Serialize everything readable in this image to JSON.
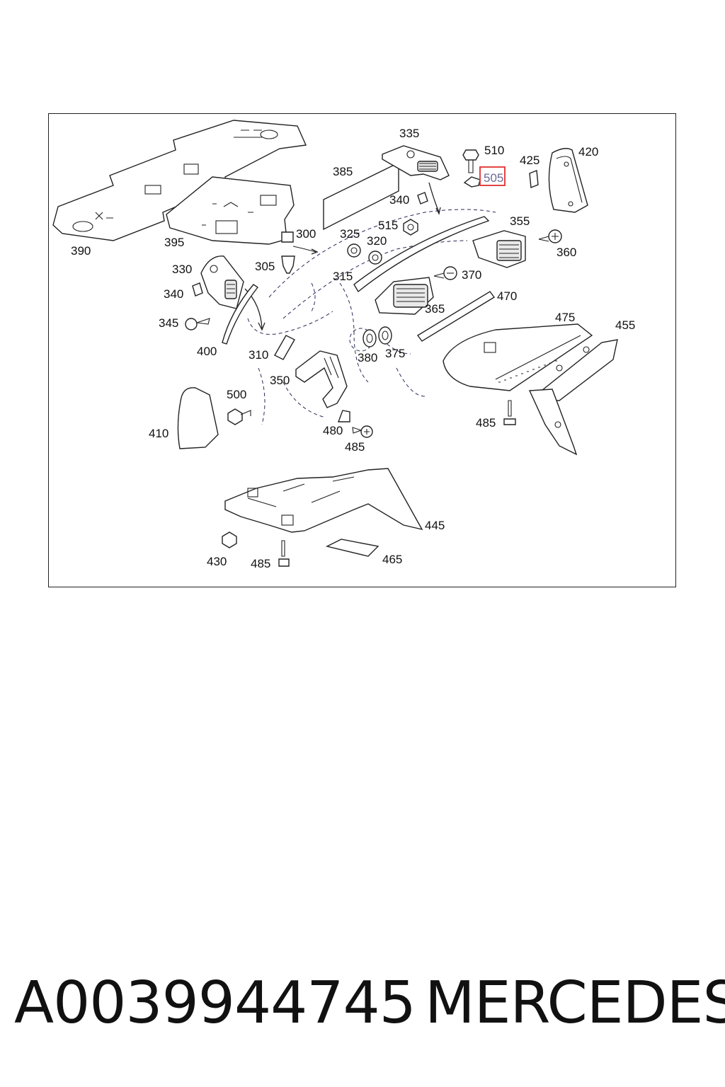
{
  "diagram": {
    "labels": {
      "l335": "335",
      "l510": "510",
      "l425": "425",
      "l420": "420",
      "l385": "385",
      "l505": "505",
      "l340a": "340",
      "l515": "515",
      "l355": "355",
      "l390": "390",
      "l395": "395",
      "l300": "300",
      "l325": "325",
      "l320": "320",
      "l360": "360",
      "l330": "330",
      "l305": "305",
      "l370": "370",
      "l315": "315",
      "l340b": "340",
      "l470": "470",
      "l345": "345",
      "l365": "365",
      "l475": "475",
      "l455": "455",
      "l400": "400",
      "l310": "310",
      "l380": "380",
      "l375": "375",
      "l350": "350",
      "l500": "500",
      "l485a": "485",
      "l410": "410",
      "l480": "480",
      "l485b": "485",
      "l445": "445",
      "l430": "430",
      "l485c": "485",
      "l465": "465"
    },
    "highlight": {
      "label": "505",
      "color": "#e03030"
    }
  },
  "caption": {
    "part_number": "A0039944745",
    "brand": "MERCEDES"
  }
}
